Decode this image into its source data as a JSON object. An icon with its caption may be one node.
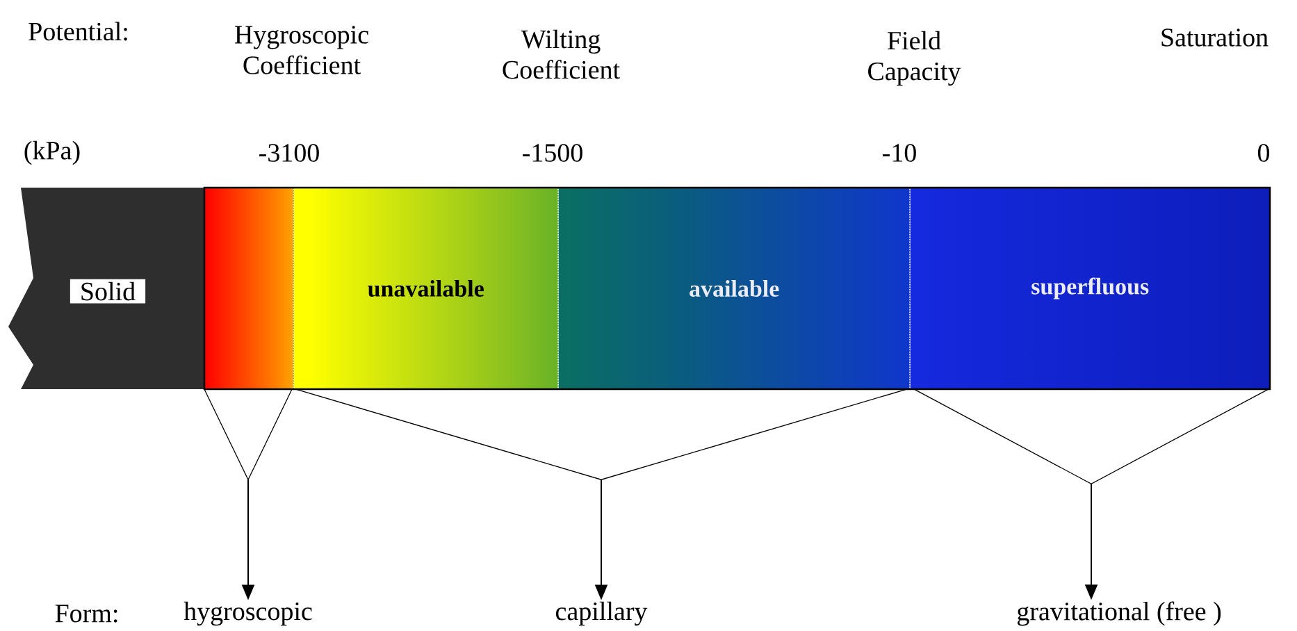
{
  "diagram": {
    "nodes": [
      {
        "text": [
          "Solid"
        ]
      },
      {
        "text": [],
        "shape": "bar"
      },
      {
        "text": [
          "unavailable"
        ]
      },
      {
        "text": [
          "available"
        ]
      },
      {
        "text": [
          "superfluous"
        ]
      },
      {
        "text": [],
        "shape": "bracket"
      },
      {
        "text": [],
        "shape": "bracket"
      },
      {
        "text": [],
        "shape": "bracket"
      },
      {
        "text": [
          "hygroscopic"
        ]
      },
      {
        "text": [
          "capillary"
        ]
      },
      {
        "text": [
          "gravitational (free )"
        ]
      }
    ],
    "edges": [
      {
        "from": 5,
        "to": 8,
        "arrow": "to"
      },
      {
        "from": 6,
        "to": 9,
        "arrow": "to"
      },
      {
        "from": 7,
        "to": 10,
        "arrow": "to"
      }
    ],
    "labels": [
      "Potential:",
      "Hygroscopic Coefficient",
      "Wilting Coefficient",
      "Field Capacity",
      "Saturation",
      "(kPa)",
      "-3100",
      "-1500",
      "-10",
      "0",
      "Form:"
    ]
  }
}
